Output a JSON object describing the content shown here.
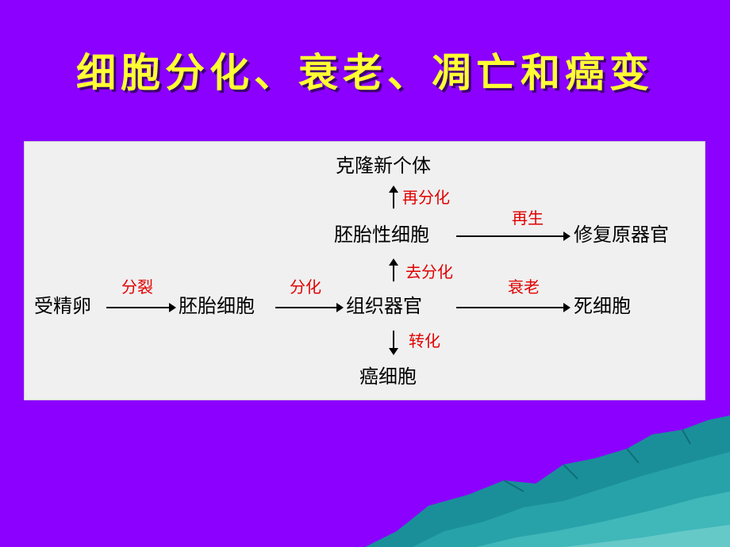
{
  "title": "细胞分化、衰老、凋亡和癌变",
  "diagram": {
    "nodes": {
      "fertilized_egg": "受精卵",
      "embryonic_cell": "胚胎细胞",
      "tissue_organ": "组织器官",
      "dead_cell": "死细胞",
      "embryonic_stem_cell": "胚胎性细胞",
      "repair_organ": "修复原器官",
      "clone": "克隆新个体",
      "cancer_cell": "癌细胞"
    },
    "edges": {
      "split": "分裂",
      "differentiate": "分化",
      "aging": "衰老",
      "dedifferentiate": "去分化",
      "redifferentiate": "再分化",
      "regenerate": "再生",
      "transform": "转化"
    }
  },
  "colors": {
    "background": "#8b00ff",
    "title": "#ffff33",
    "panel": "#f0f0f0",
    "edge_label": "#e00000",
    "decoration": "#1a8f9a"
  }
}
